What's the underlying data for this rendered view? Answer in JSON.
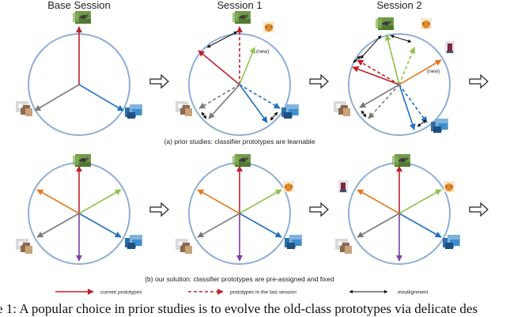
{
  "titles": {
    "base": "Base Session",
    "s1": "Session 1",
    "s2": "Session 2"
  },
  "new_label_1": "(new)",
  "new_label_2": "(new)",
  "subcaption_a": "(a) prior studies: classifier prototypes are learnable",
  "subcaption_b": "(b) our solution: classifier prototypes are pre-assigned and fixed",
  "legend": {
    "current": "current prototypes",
    "last": "prototypes in the last session",
    "misalign": "misalignment"
  },
  "caption": "e 1:  A popular choice in prior studies is to evolve the old-class prototypes via delicate des",
  "colors": {
    "circle": "#8eaed6",
    "red": "#c0202a",
    "blue": "#1f6fc0",
    "gray": "#7a7a7a",
    "green": "#8cc34a",
    "orange": "#e8771e",
    "purple": "#7b3fa6",
    "black": "#111111"
  }
}
